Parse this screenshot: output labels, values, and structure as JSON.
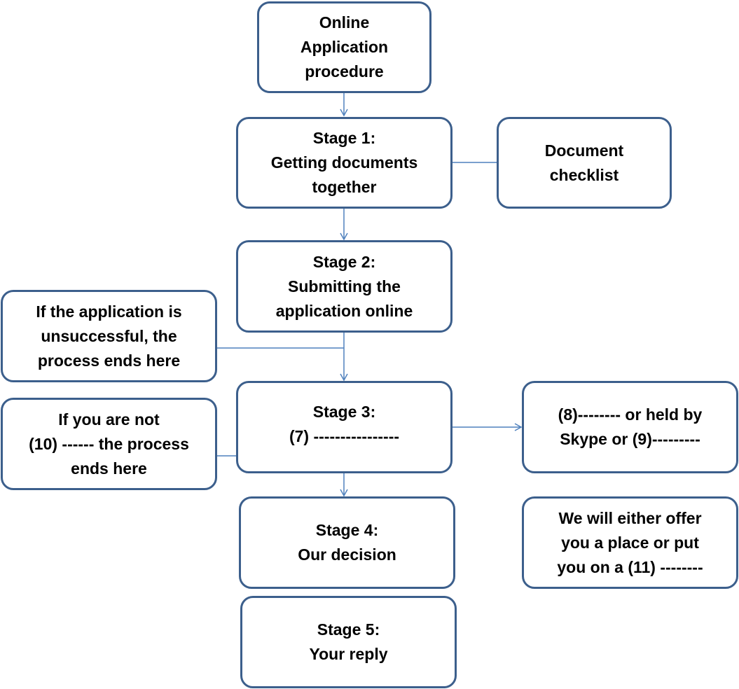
{
  "colors": {
    "box_border": "#3c5f8c",
    "connector": "#4f81bd",
    "text": "#000000",
    "background": "#ffffff"
  },
  "nodes": {
    "online_application": "Online\nApplication\nprocedure",
    "stage1": "Stage 1:\nGetting documents\ntogether",
    "document_checklist": "Document\nchecklist",
    "stage2": "Stage 2:\nSubmitting the\napplication online",
    "unsuccessful_note": "If the application is\nunsuccessful, the\nprocess ends here",
    "stage3": "Stage 3:\n(7) ----------------",
    "not_selected_note": "If you are not\n(10) ------ the process\nends here",
    "interview_note": "(8)-------- or held by\nSkype or (9)---------",
    "stage4": "Stage 4:\nOur decision",
    "offer_note": "We will either offer\nyou a place or put\nyou on a (11) --------",
    "stage5": "Stage 5:\nYour reply"
  }
}
